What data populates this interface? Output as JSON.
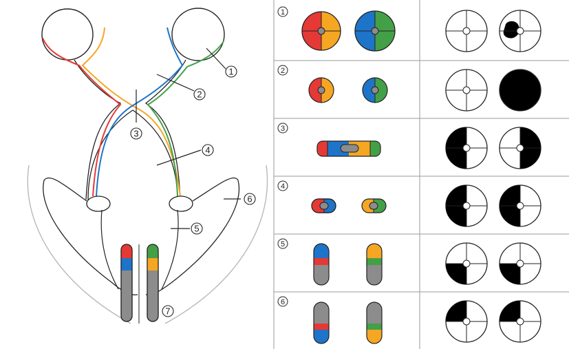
{
  "colors": {
    "red": "#e53935",
    "orange": "#f5a623",
    "blue": "#1e74c8",
    "green": "#43a047",
    "gray": "#8c8c8c",
    "outline": "#222222",
    "grid": "#9a9a9a"
  },
  "diagram_labels": [
    "1",
    "2",
    "3",
    "4",
    "5",
    "6",
    "7"
  ],
  "table": {
    "rows": [
      {
        "num": "1",
        "field_shape": "full-circle-four-quadrants",
        "defects": [
          "none",
          "partial-central-blot"
        ]
      },
      {
        "num": "2",
        "field_shape": "small-circle-halves",
        "defects": [
          "none",
          "total-blindness"
        ]
      },
      {
        "num": "3",
        "field_shape": "bar",
        "defects": [
          "left-half",
          "right-half"
        ]
      },
      {
        "num": "4",
        "field_shape": "half-pills",
        "defects": [
          "left-half",
          "left-half"
        ]
      },
      {
        "num": "5",
        "field_shape": "vertical-pill",
        "defects": [
          "lower-left-quarter",
          "lower-left-quarter"
        ]
      },
      {
        "num": "6",
        "field_shape": "vertical-pill",
        "defects": [
          "upper-left-quarter",
          "upper-left-quarter"
        ]
      }
    ]
  }
}
